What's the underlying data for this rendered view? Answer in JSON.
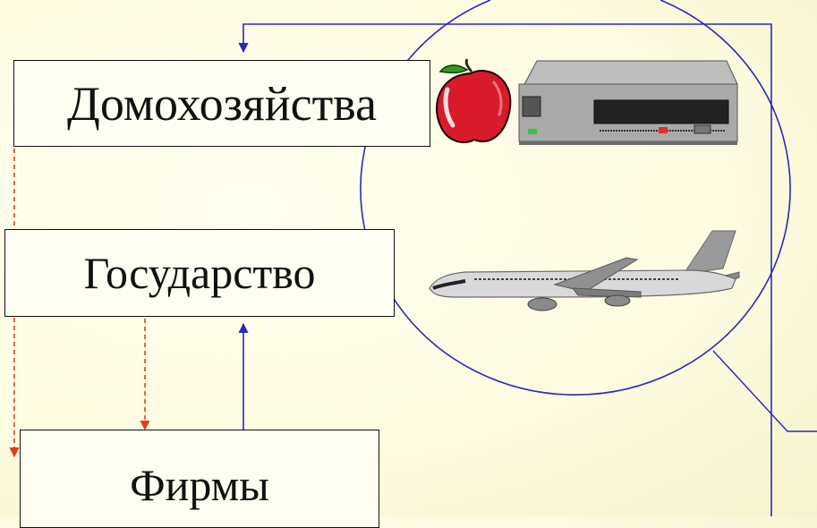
{
  "diagram": {
    "nodes": {
      "households": "Домохозяйства",
      "state": "Государство",
      "firms": "Фирмы"
    },
    "market_icons": [
      "apple-icon",
      "vcr-icon",
      "airplane-icon"
    ],
    "colors": {
      "flow_blue": "#2a2ab8",
      "flow_red": "#e04018",
      "background": "#fdfbe0",
      "box_border": "#111111"
    }
  }
}
